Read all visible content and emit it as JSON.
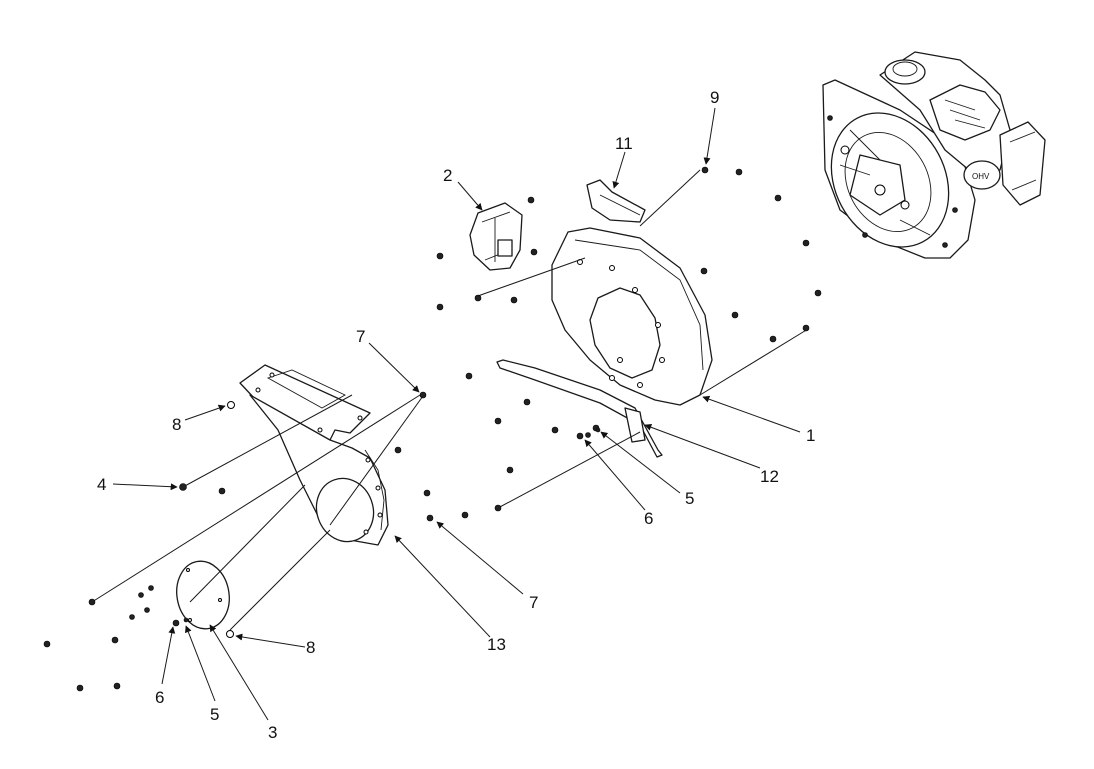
{
  "callouts": [
    {
      "id": "1",
      "text": "1"
    },
    {
      "id": "2",
      "text": "2"
    },
    {
      "id": "3",
      "text": "3"
    },
    {
      "id": "4",
      "text": "4"
    },
    {
      "id": "5a",
      "text": "5"
    },
    {
      "id": "5b",
      "text": "5"
    },
    {
      "id": "6a",
      "text": "6"
    },
    {
      "id": "6b",
      "text": "6"
    },
    {
      "id": "7a",
      "text": "7"
    },
    {
      "id": "7b",
      "text": "7"
    },
    {
      "id": "8a",
      "text": "8"
    },
    {
      "id": "8b",
      "text": "8"
    },
    {
      "id": "9",
      "text": "9"
    },
    {
      "id": "11",
      "text": "11"
    },
    {
      "id": "12",
      "text": "12"
    },
    {
      "id": "13",
      "text": "13"
    }
  ],
  "engine_badge": "OHV"
}
